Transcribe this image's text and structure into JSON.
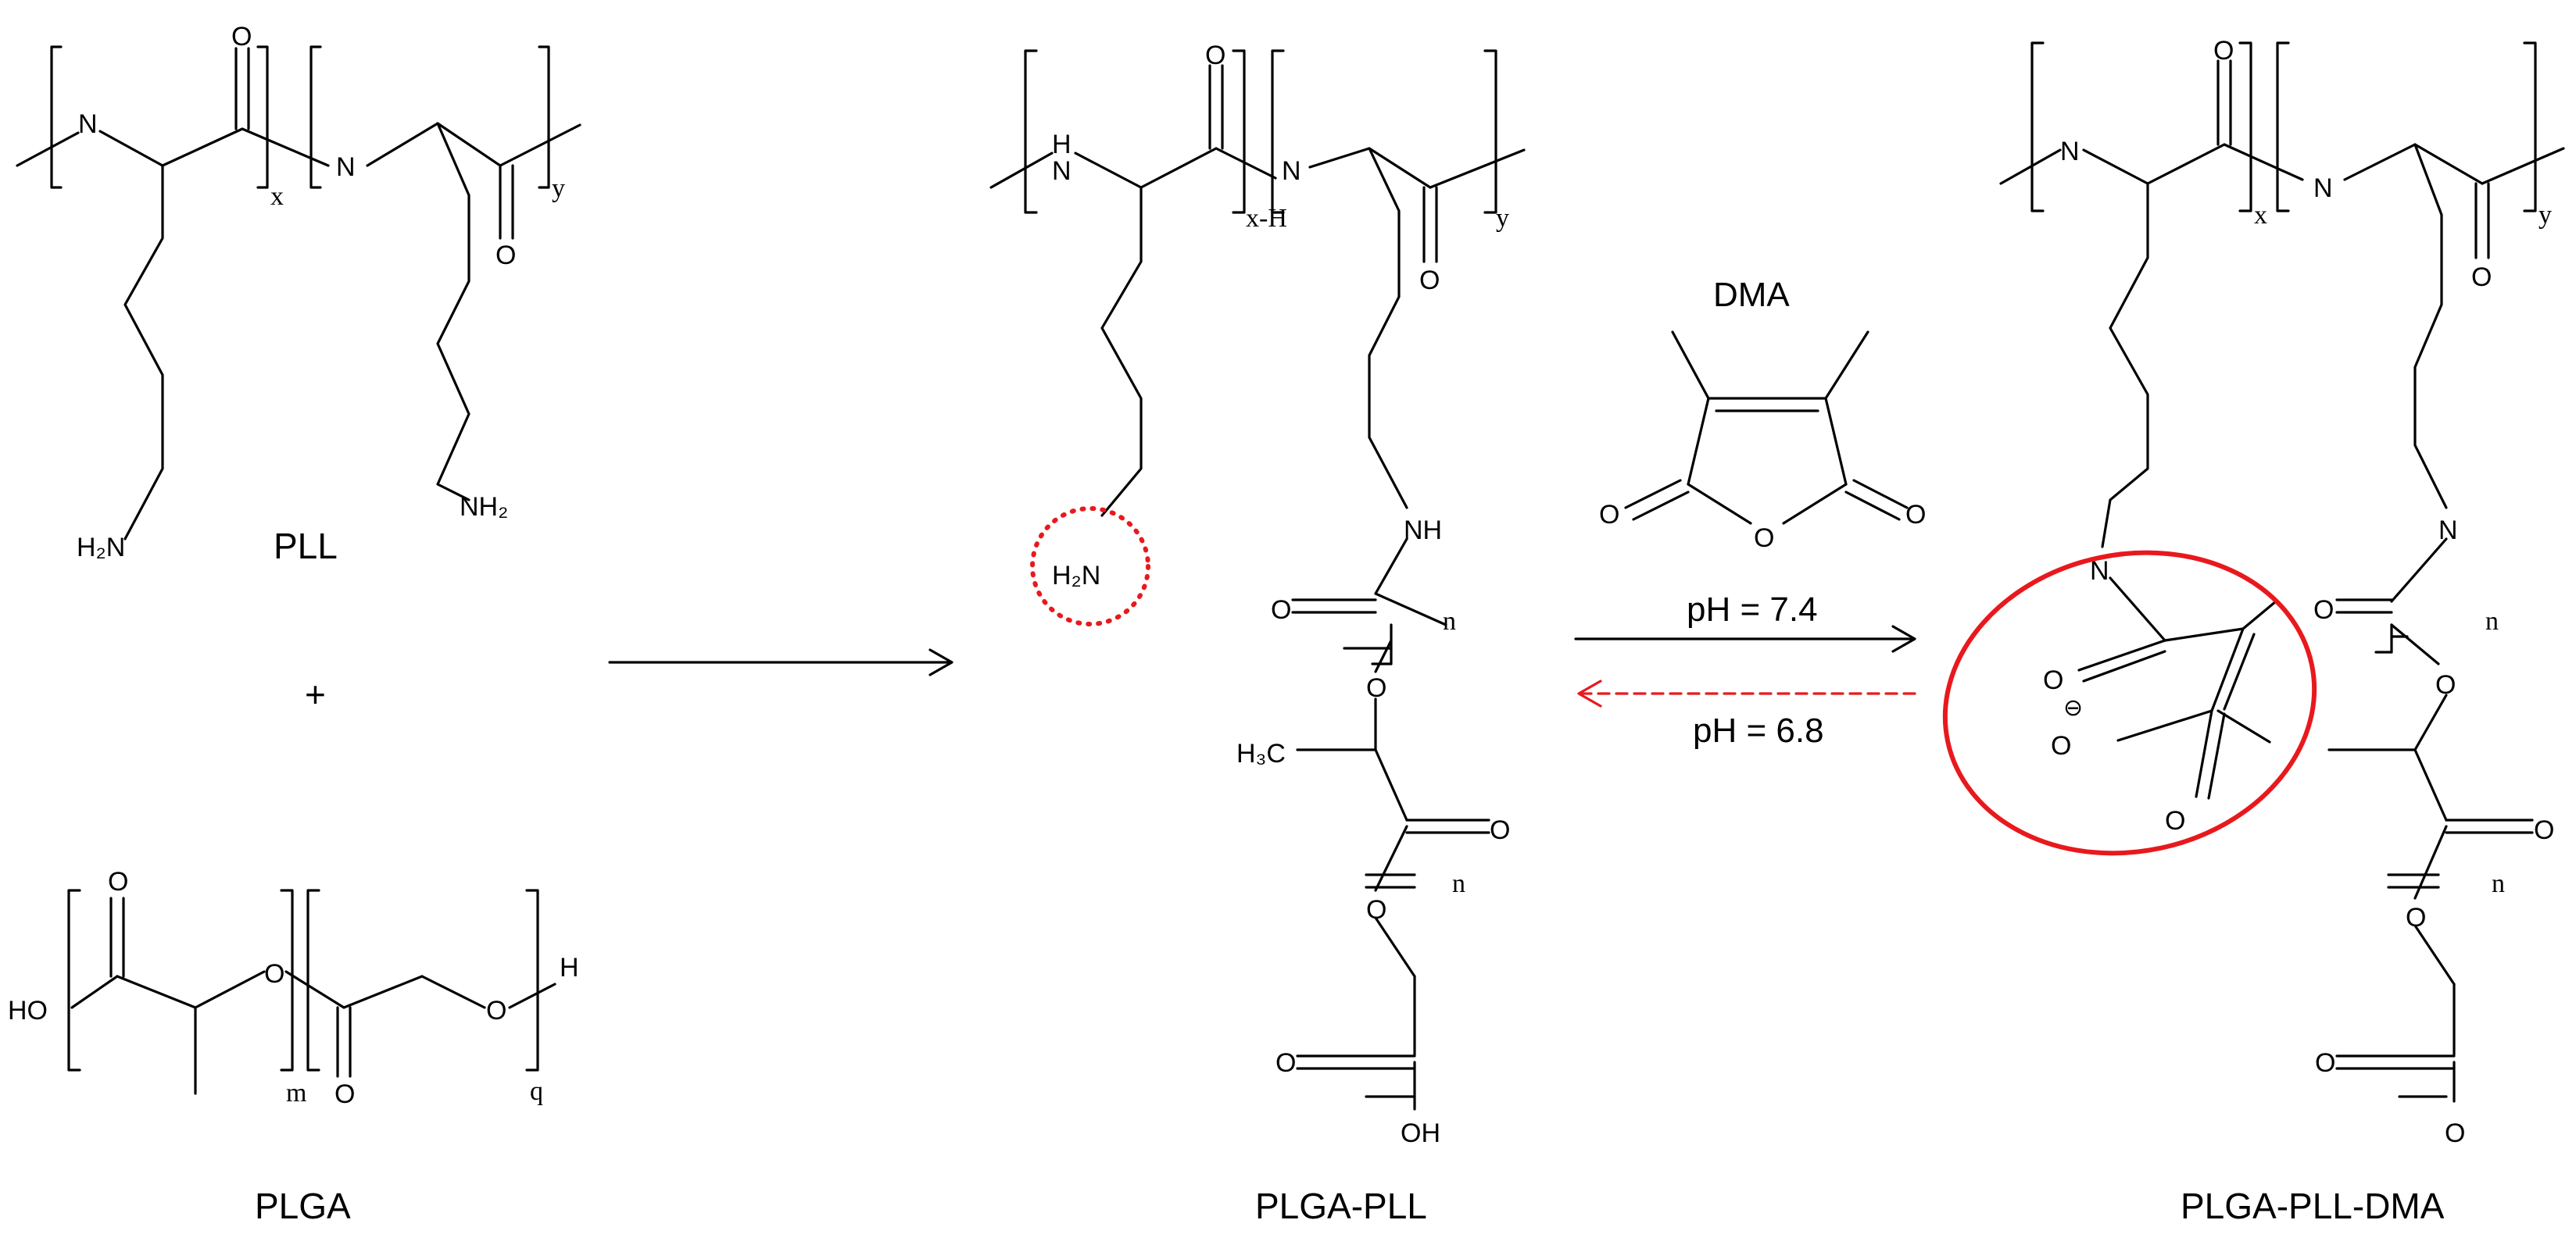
{
  "labels": {
    "pll": "PLL",
    "plga": "PLGA",
    "plga_pll": "PLGA-PLL",
    "plga_pll_dma": "PLGA-PLL-DMA",
    "plus": "+",
    "dma": "DMA",
    "ph_forward": "pH = 7.4",
    "ph_reverse": "pH = 6.8"
  },
  "atoms": {
    "N": "N",
    "O": "O",
    "H": "H",
    "NH": "NH",
    "OH": "OH",
    "HO": "HO",
    "H2N": "H₂N",
    "NH2": "NH₂",
    "H3C": "H₃C",
    "O_minus": "O",
    "charge_minus": "⊖"
  },
  "subscripts": {
    "x": "x",
    "y": "y",
    "n": "n",
    "m": "m",
    "q": "q",
    "xH": "x-H"
  },
  "colors": {
    "ink": "#000000",
    "highlight": "#e8191d"
  }
}
